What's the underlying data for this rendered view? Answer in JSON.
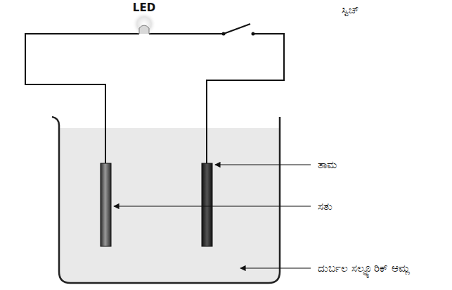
{
  "diagram": {
    "labels": [
      "LED",
      "ಸ್ವಿಚ್",
      "ತಾಮ",
      "ಸತು",
      "ದುರ್ಬಲ ಸಲ್ಫ್ಯೂರಿಕ್ ಆಮ್ಲ"
    ]
  }
}
